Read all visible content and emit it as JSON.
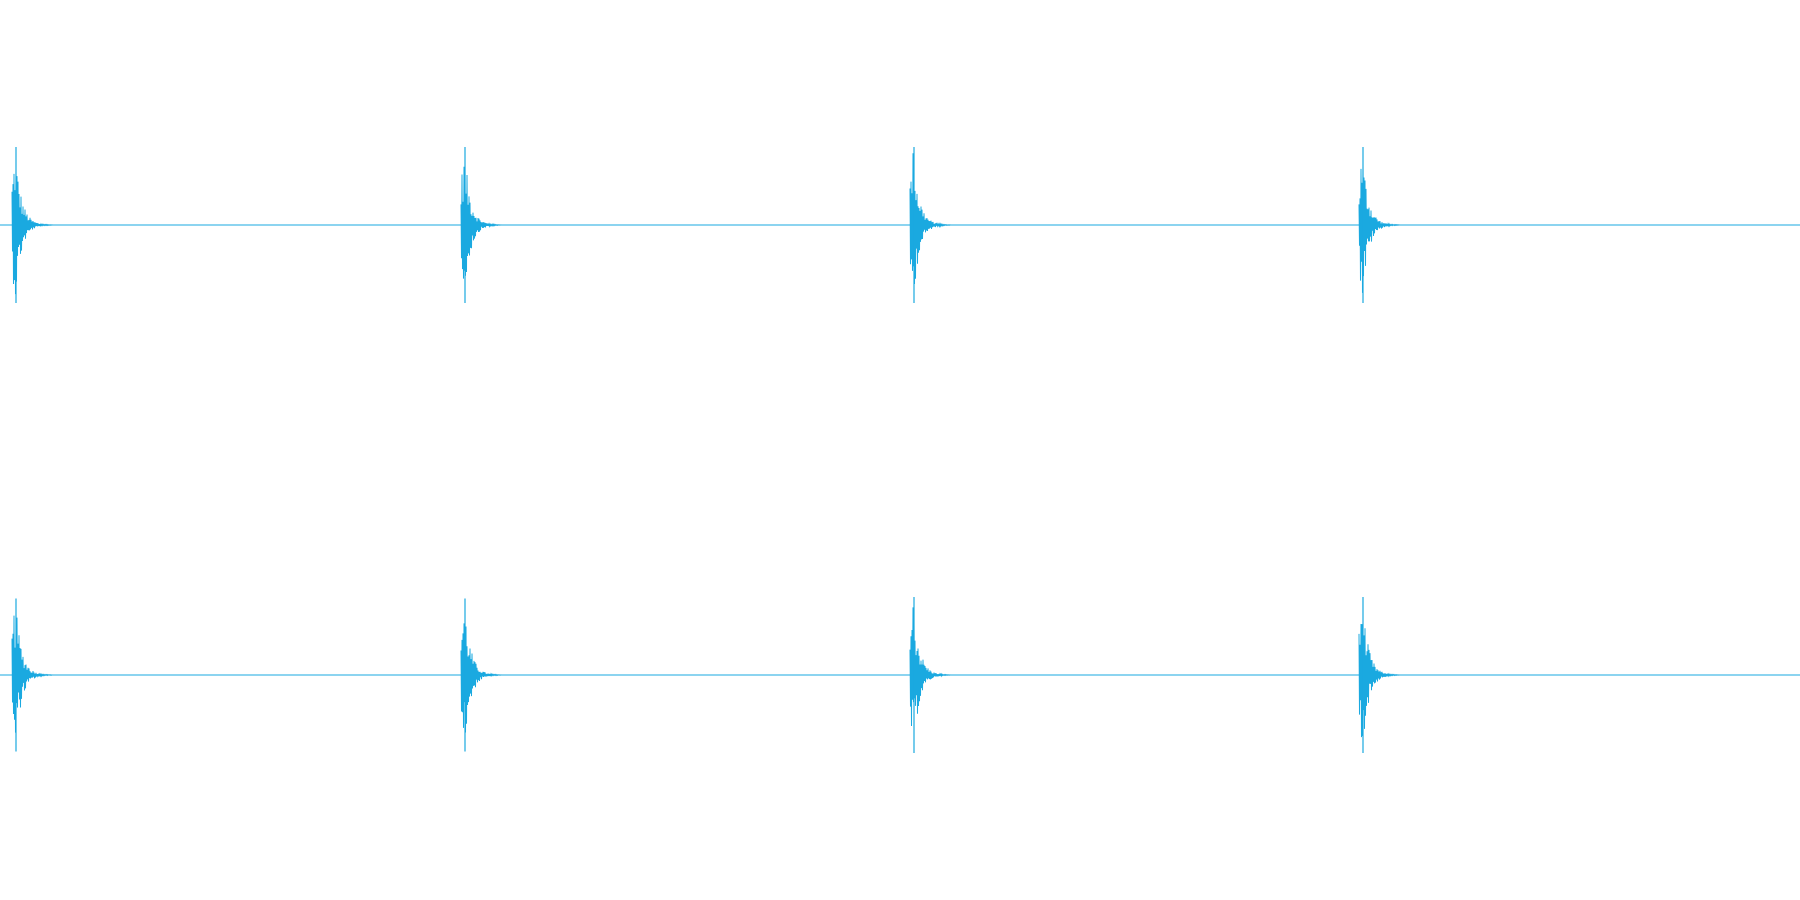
{
  "chart_data": {
    "type": "line",
    "title": "",
    "xlabel": "",
    "ylabel": "",
    "grid": false,
    "legend": "none",
    "line_color": "#1aa9e0",
    "background": "#ffffff",
    "ylim": [
      -1,
      1
    ],
    "xlim": [
      0,
      4
    ],
    "series": [
      {
        "channel": 1,
        "onsets": [
          0.0,
          1.0,
          2.0,
          3.0
        ],
        "peak_amplitudes": [
          1.0,
          1.0,
          1.0,
          1.0
        ],
        "decay_duration": 0.09
      },
      {
        "channel": 2,
        "onsets": [
          0.0,
          1.0,
          2.0,
          3.0
        ],
        "peak_amplitudes": [
          0.98,
          0.98,
          1.0,
          1.0
        ],
        "decay_duration": 0.09
      }
    ]
  }
}
